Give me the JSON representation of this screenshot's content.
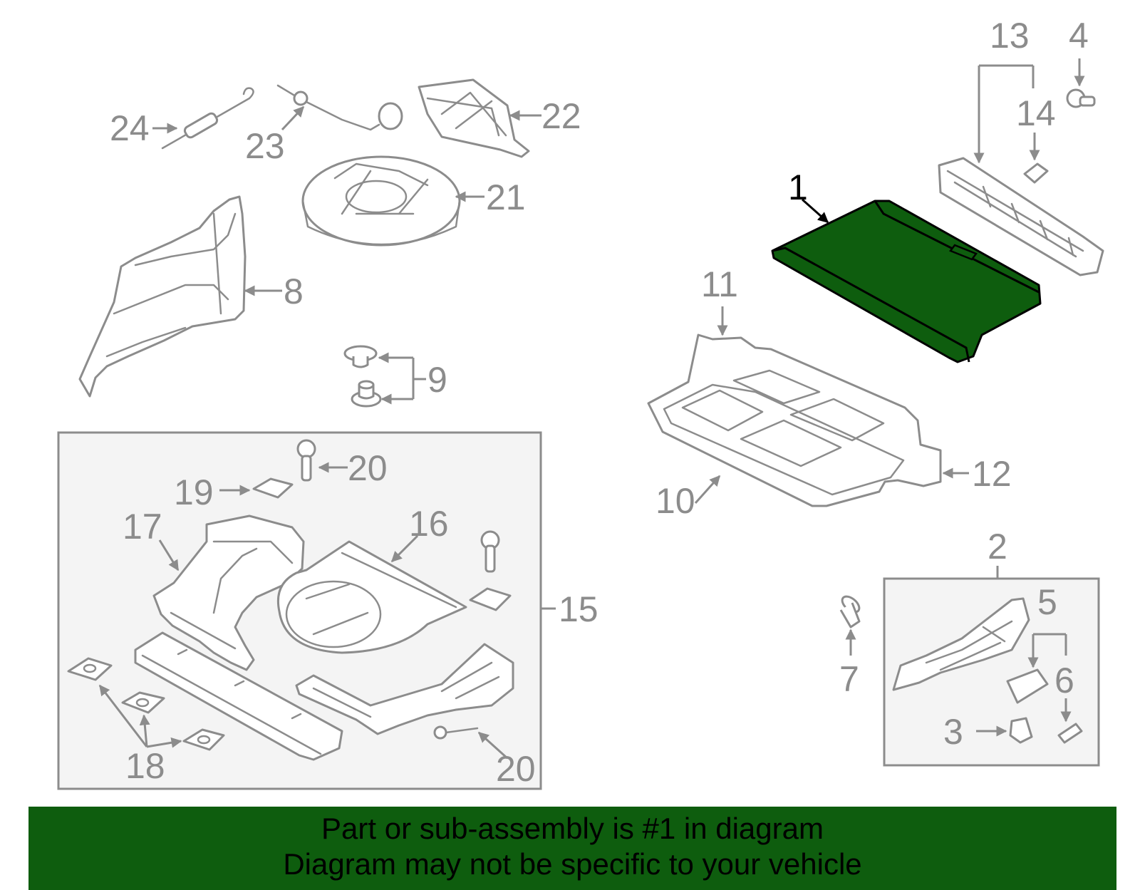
{
  "highlight_color": "#0e5d0e",
  "line_color": "#8c8c8c",
  "highlighted_part": "1",
  "callouts": {
    "c1": "1",
    "c2": "2",
    "c3": "3",
    "c4": "4",
    "c5": "5",
    "c6": "6",
    "c7": "7",
    "c8": "8",
    "c9": "9",
    "c10": "10",
    "c11": "11",
    "c12": "12",
    "c13": "13",
    "c14": "14",
    "c15": "15",
    "c16": "16",
    "c17": "17",
    "c18": "18",
    "c19": "19",
    "c20a": "20",
    "c20b": "20",
    "c21": "21",
    "c22": "22",
    "c23": "23",
    "c24": "24"
  },
  "banner": {
    "line1": "Part or sub-assembly is #1 in diagram",
    "line2": "Diagram may not be specific to your vehicle"
  }
}
